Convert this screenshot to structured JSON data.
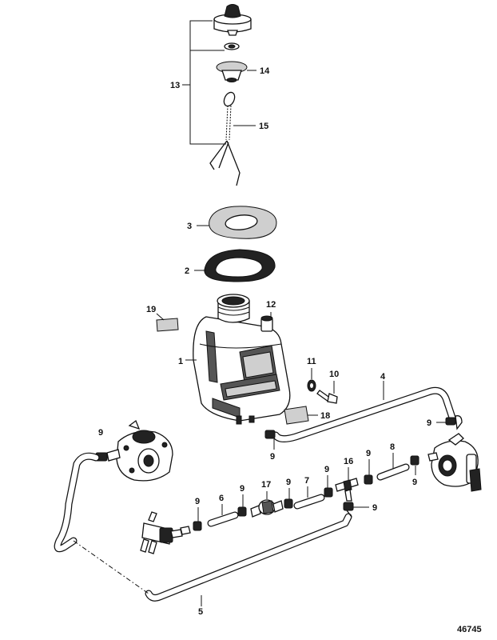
{
  "diagram": {
    "figure_number": "46745",
    "callouts": {
      "c1": "1",
      "c2": "2",
      "c3": "3",
      "c4": "4",
      "c5": "5",
      "c6": "6",
      "c7": "7",
      "c8": "8",
      "c9a": "9",
      "c9b": "9",
      "c9c": "9",
      "c9d": "9",
      "c9e": "9",
      "c9f": "9",
      "c9g": "9",
      "c9h": "9",
      "c9i": "9",
      "c9j": "9",
      "c10": "10",
      "c11": "11",
      "c12": "12",
      "c13": "13",
      "c14": "14",
      "c15": "15",
      "c16": "16",
      "c17": "17",
      "c18": "18",
      "c19": "19"
    }
  }
}
